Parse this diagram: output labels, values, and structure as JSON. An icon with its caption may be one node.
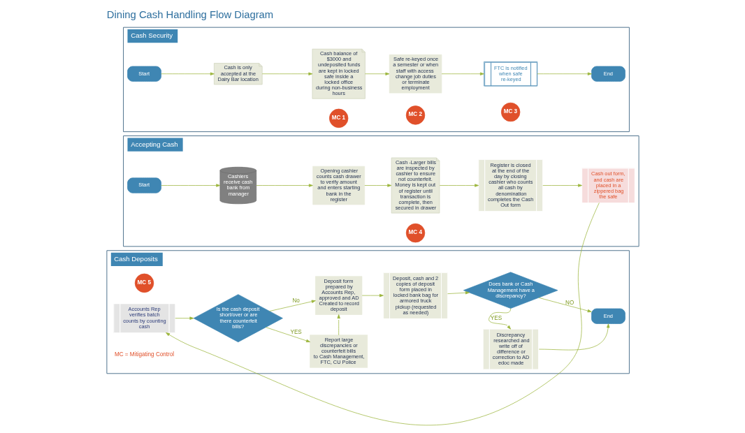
{
  "diagram": {
    "title": "Dining Cash Handling Flow Diagram",
    "nodes": [
      {
        "text": [
          "Cash Security"
        ]
      },
      {
        "text": [
          "Start"
        ],
        "in": 0
      },
      {
        "text": [
          "Cash is only accepted at the Dairy Bar location"
        ],
        "in": 0
      },
      {
        "text": [
          "Cash balance of $3000 and undeposited funds are kept in locked safe inside a locked office during non-business hours"
        ],
        "in": 0
      },
      {
        "text": [
          "MC 1"
        ],
        "in": 0
      },
      {
        "text": [
          "Safe re-keyed once a semester or when staff with access change job duties or terminate employment"
        ],
        "in": 0
      },
      {
        "text": [
          "MC 2"
        ],
        "in": 0
      },
      {
        "text": [
          "FTC is notified when safe re-keyed"
        ],
        "in": 0
      },
      {
        "text": [
          "MC 3"
        ],
        "in": 0
      },
      {
        "text": [
          "End"
        ],
        "in": 0
      },
      {
        "text": [
          "Accepting Cash"
        ]
      },
      {
        "text": [
          "Start"
        ],
        "in": 10
      },
      {
        "text": [
          "Cashiers receive cash bank from manager"
        ],
        "in": 10
      },
      {
        "text": [
          "Opening cashier counts cash drawer to verify amount and enters starting bank in the register"
        ],
        "in": 10
      },
      {
        "text": [
          "Cash -Larger bills are inspected by cashier to ensure not counterfeit. Money is kept out of register until transaction is complete, then secured in drawer"
        ],
        "in": 10
      },
      {
        "text": [
          "MC 4"
        ],
        "in": 10
      },
      {
        "text": [
          "Register is closed at the end of the day by closing cashier who counts all cash by denomination completes the Cash Out form"
        ],
        "in": 10
      },
      {
        "text": [
          "Cash out form, and cash are placed in a zippered bag the safe"
        ],
        "in": 10
      },
      {
        "text": [
          "Cash Deposits"
        ]
      },
      {
        "text": [
          "Accounts Rep verifies batch counts by counting cash"
        ],
        "in": 18
      },
      {
        "text": [
          "MC 5"
        ],
        "in": 18
      },
      {
        "text": [
          "Is the cash deposit short/over or are there counterfeit bills?"
        ],
        "in": 18
      },
      {
        "text": [
          "Deposit form prepared by Accounts Rep, approved and AD Created to record deposit"
        ],
        "in": 18
      },
      {
        "text": [
          "Report large discrepancies or counterfeit bills to Cash Management, FTC, CU Police"
        ],
        "in": 18
      },
      {
        "text": [
          "Deposit, cash and 2 copies of deposit form placed in locked bank bag for armored truck pickup (requested as needed)"
        ],
        "in": 18
      },
      {
        "text": [
          "Does bank or Cash Management have a discrepancy?"
        ],
        "in": 18
      },
      {
        "text": [
          "End"
        ],
        "in": 18
      },
      {
        "text": [
          "Discrepancy researched and write off of difference or correction to AD edoc made"
        ],
        "in": 18
      }
    ],
    "edges": [
      {
        "from": 1,
        "to": 2,
        "arrow": "to"
      },
      {
        "from": 2,
        "to": 3,
        "arrow": "to"
      },
      {
        "from": 3,
        "to": 5,
        "arrow": "to"
      },
      {
        "from": 5,
        "to": 7,
        "arrow": "to"
      },
      {
        "from": 7,
        "to": 9,
        "arrow": "to"
      },
      {
        "from": 11,
        "to": 12,
        "arrow": "to"
      },
      {
        "from": 12,
        "to": 13,
        "arrow": "to"
      },
      {
        "from": 13,
        "to": 14,
        "arrow": "to"
      },
      {
        "from": 14,
        "to": 16,
        "arrow": "to"
      },
      {
        "from": 16,
        "to": 17,
        "arrow": "to"
      },
      {
        "from": 17,
        "to": 19,
        "arrow": "to"
      },
      {
        "from": 19,
        "to": 21,
        "arrow": "to"
      },
      {
        "from": 21,
        "to": 22,
        "arrow": "to",
        "label": "No"
      },
      {
        "from": 21,
        "to": 23,
        "arrow": "to",
        "label": "YES"
      },
      {
        "from": 23,
        "to": 22,
        "arrow": "to"
      },
      {
        "from": 22,
        "to": 24,
        "arrow": "to"
      },
      {
        "from": 24,
        "to": 25,
        "arrow": "to"
      },
      {
        "from": 25,
        "to": 26,
        "arrow": "to",
        "label": "NO"
      },
      {
        "from": 25,
        "to": 27,
        "arrow": "to",
        "label": "YES"
      },
      {
        "from": 27,
        "to": 26,
        "arrow": "to"
      }
    ],
    "labels": [
      "MC = Mitigating Control"
    ]
  }
}
